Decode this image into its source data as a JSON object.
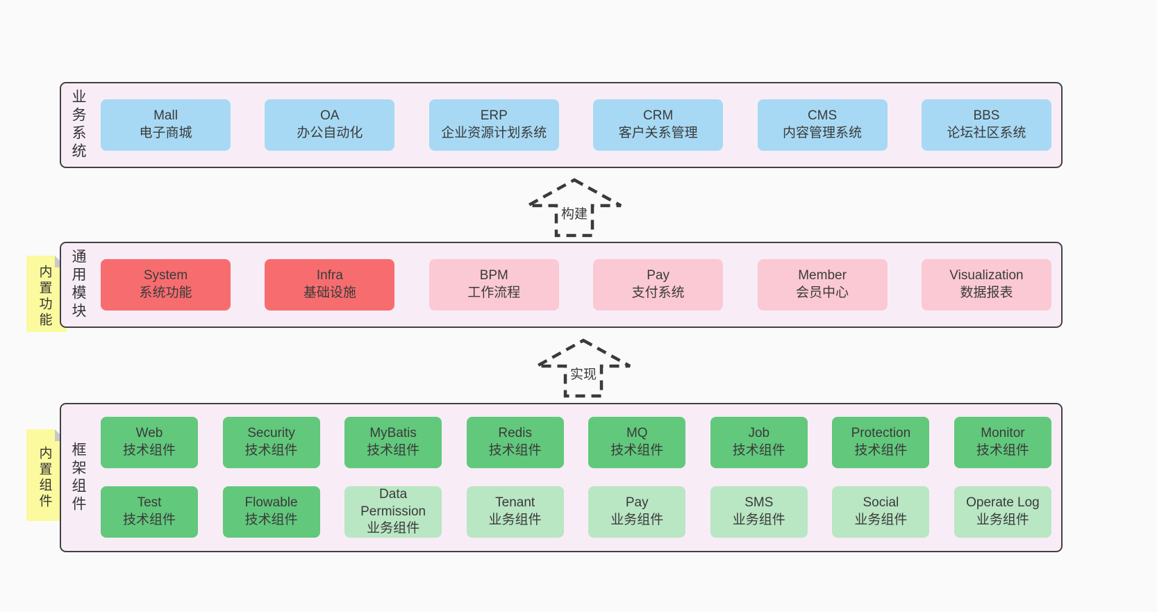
{
  "palette": {
    "page_bg": "#fafafa",
    "panel_bg": "#f8edf6",
    "panel_border": "#404040",
    "blue": "#a7d9f4",
    "red": "#f76d6f",
    "pink": "#fbc9d3",
    "green_dark": "#62c87c",
    "green_light": "#b9e6c3",
    "sticky_yellow": "#fbfa9e",
    "text": "#3a3a3a"
  },
  "arrows": [
    {
      "label": "构建"
    },
    {
      "label": "实现"
    }
  ],
  "business": {
    "label": "业务系统",
    "boxes": [
      {
        "en": "Mall",
        "zh": "电子商城"
      },
      {
        "en": "OA",
        "zh": "办公自动化"
      },
      {
        "en": "ERP",
        "zh": "企业资源计划系统"
      },
      {
        "en": "CRM",
        "zh": "客户关系管理"
      },
      {
        "en": "CMS",
        "zh": "内容管理系统"
      },
      {
        "en": "BBS",
        "zh": "论坛社区系统"
      }
    ]
  },
  "modules": {
    "label": "通用模块",
    "sticky": "内置功能",
    "boxes": [
      {
        "en": "System",
        "zh": "系统功能",
        "variant": "red"
      },
      {
        "en": "Infra",
        "zh": "基础设施",
        "variant": "red"
      },
      {
        "en": "BPM",
        "zh": "工作流程",
        "variant": "pink"
      },
      {
        "en": "Pay",
        "zh": "支付系统",
        "variant": "pink"
      },
      {
        "en": "Member",
        "zh": "会员中心",
        "variant": "pink"
      },
      {
        "en": "Visualization",
        "zh": "数据报表",
        "variant": "pink"
      }
    ]
  },
  "components": {
    "label": "框架组件",
    "sticky": "内置组件",
    "row1": [
      {
        "en": "Web",
        "zh": "技术组件",
        "variant": "green-dark"
      },
      {
        "en": "Security",
        "zh": "技术组件",
        "variant": "green-dark"
      },
      {
        "en": "MyBatis",
        "zh": "技术组件",
        "variant": "green-dark"
      },
      {
        "en": "Redis",
        "zh": "技术组件",
        "variant": "green-dark"
      },
      {
        "en": "MQ",
        "zh": "技术组件",
        "variant": "green-dark"
      },
      {
        "en": "Job",
        "zh": "技术组件",
        "variant": "green-dark"
      },
      {
        "en": "Protection",
        "zh": "技术组件",
        "variant": "green-dark"
      },
      {
        "en": "Monitor",
        "zh": "技术组件",
        "variant": "green-dark"
      }
    ],
    "row2": [
      {
        "en": "Test",
        "zh": "技术组件",
        "variant": "green-dark"
      },
      {
        "en": "Flowable",
        "zh": "技术组件",
        "variant": "green-dark"
      },
      {
        "en": "Data Permission",
        "zh": "业务组件",
        "variant": "green-light"
      },
      {
        "en": "Tenant",
        "zh": "业务组件",
        "variant": "green-light"
      },
      {
        "en": "Pay",
        "zh": "业务组件",
        "variant": "green-light"
      },
      {
        "en": "SMS",
        "zh": "业务组件",
        "variant": "green-light"
      },
      {
        "en": "Social",
        "zh": "业务组件",
        "variant": "green-light"
      },
      {
        "en": "Operate Log",
        "zh": "业务组件",
        "variant": "green-light"
      }
    ]
  }
}
